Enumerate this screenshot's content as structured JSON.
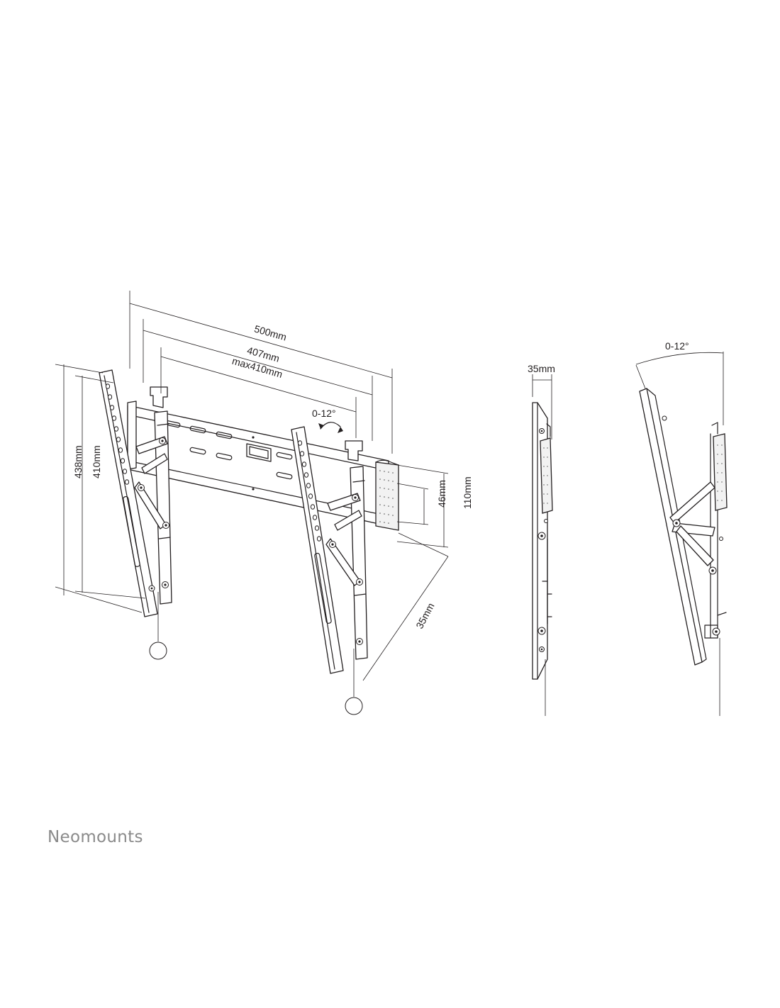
{
  "dimensions": {
    "width_outer": "500mm",
    "width_vesa": "407mm",
    "width_max": "max410mm",
    "tilt_front": "0-12°",
    "height_total": "438mm",
    "height_vesa": "410mm",
    "rail_46": "46mm",
    "rail_110": "110mm",
    "depth_diag": "35mm",
    "depth_side": "35mm",
    "tilt_side": "0-12°"
  },
  "brand": {
    "name": "Neomounts"
  },
  "colors": {
    "line": "#231f20",
    "brand": "#8a8a8a"
  }
}
